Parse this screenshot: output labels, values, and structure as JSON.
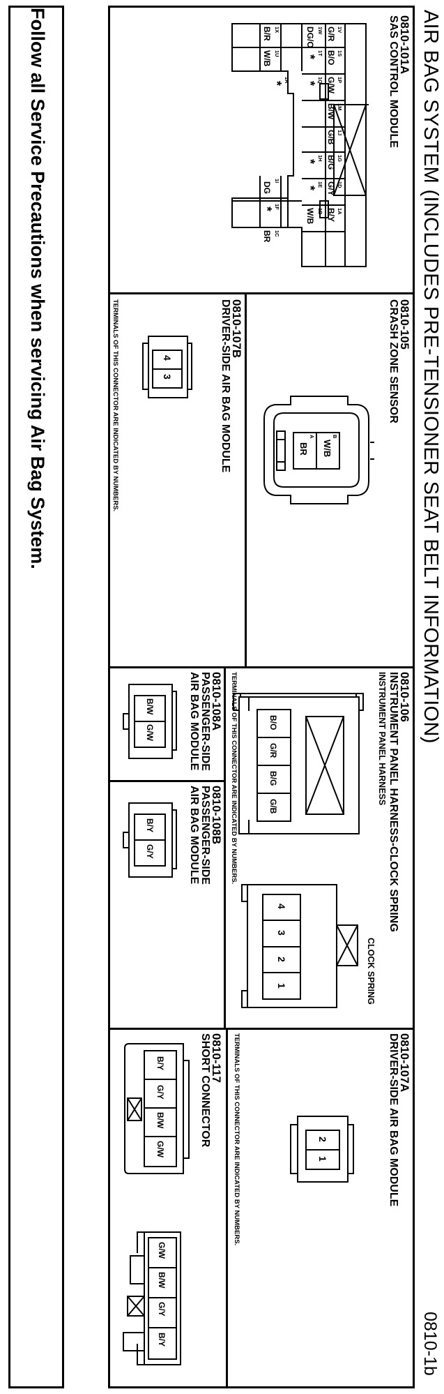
{
  "header": {
    "title": "AIR BAG SYSTEM (INCLUDES PRE-TENSIONER SEAT BELT INFORMATION)",
    "page_number": "0810-1b"
  },
  "connectors": {
    "sas": {
      "code": "0810-101A",
      "name": "SAS CONTROL MODULE",
      "pins": {
        "p1V": "1V",
        "w1V": "G/R",
        "p1S": "1S",
        "w1S": "B/O",
        "p1P": "1P",
        "w1P": "G/W",
        "p1M": "1M",
        "w1M": "B/W",
        "p1J": "1J",
        "w1J": "G/B",
        "p1G": "1G",
        "w1G": "B/G",
        "p1D": "1D",
        "w1D": "G/Y",
        "p1A": "1A",
        "w1A": "B/Y",
        "p1W": "1W",
        "w1W": "DG/O",
        "p1T": "1T",
        "w1T": "*",
        "p1Q": "1Q",
        "w1Q": "*",
        "p1H": "1H",
        "w1H": "*",
        "p1E": "1E",
        "w1E": "*",
        "p1B": "1B",
        "w1B": "W/B",
        "p1X": "1X",
        "w1X": "B/R",
        "p1U": "1U",
        "w1U": "W/B",
        "p1R": "1R",
        "w1R": "*",
        "p1I": "1I",
        "w1I": "DG",
        "p1F": "1F",
        "w1F": "*",
        "p1C": "1C",
        "w1C": "BR"
      }
    },
    "c105": {
      "code": "0810-105",
      "name": "CRASH ZONE SENSOR",
      "pins": {
        "pB": "B",
        "wB": "W/B",
        "pA": "A",
        "wA": "BR"
      }
    },
    "c107b": {
      "code": "0810-107B",
      "name": "DRIVER-SIDE AIR BAG MODULE",
      "note": "TERMINALS OF THIS CONNECTOR ARE INDICATED BY NUMBERS.",
      "pins": [
        "4",
        "3"
      ]
    },
    "c106": {
      "code": "0810-106",
      "name": "INSTRUMENT PANEL HARNESS-CLOCK SPRING",
      "harness_label": "INSTRUMENT PANEL HARNESS",
      "clock_label": "CLOCK SPRING",
      "note": "TERMINALS OF THIS CONNECTOR ARE INDICATED BY NUMBERS.",
      "harness_wires": [
        "B/O",
        "G/R",
        "B/G",
        "G/B"
      ],
      "clock_pins": [
        "4",
        "3",
        "2",
        "1"
      ]
    },
    "c108a": {
      "code": "0810-108A",
      "name_line1": "PASSENGER-SIDE",
      "name_line2": "AIR BAG MODULE",
      "wires": [
        "B/W",
        "G/W"
      ]
    },
    "c108b": {
      "code": "0810-108B",
      "name_line1": "PASSENGER-SIDE",
      "name_line2": "AIR BAG MODULE",
      "wires": [
        "B/Y",
        "G/Y"
      ]
    },
    "c107a": {
      "code": "0810-107A",
      "name": "DRIVER-SIDE AIR BAG MODULE",
      "note": "TERMINALS OF THIS CONNECTOR ARE INDICATED BY NUMBERS.",
      "pins": [
        "2",
        "1"
      ]
    },
    "c117": {
      "code": "0810-117",
      "name": "SHORT CONNECTOR",
      "left_wires": [
        "B/Y",
        "G/Y",
        "B/W",
        "G/W"
      ],
      "right_wires": [
        "G/W",
        "B/W",
        "G/Y",
        "B/Y"
      ]
    }
  },
  "footer": {
    "text": "Follow all Service Precautions when servicing Air Bag System."
  }
}
